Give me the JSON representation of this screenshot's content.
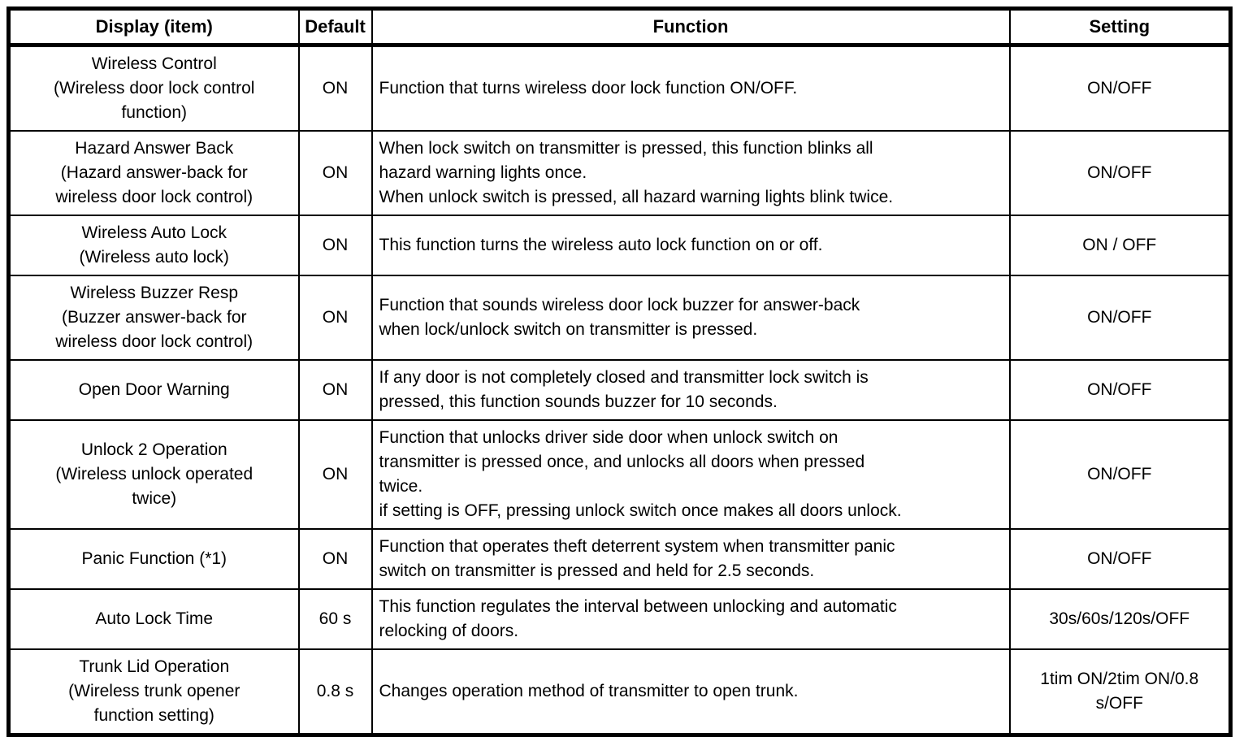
{
  "table": {
    "columns": [
      {
        "label": "Display (item)"
      },
      {
        "label": "Default"
      },
      {
        "label": "Function"
      },
      {
        "label": "Setting"
      }
    ],
    "rows": [
      {
        "display": "Wireless Control\n(Wireless door lock control\nfunction)",
        "default": "ON",
        "function": "Function that turns wireless door lock function ON/OFF.",
        "setting": "ON/OFF"
      },
      {
        "display": "Hazard Answer Back\n(Hazard answer-back for\nwireless door lock control)",
        "default": "ON",
        "function": "When lock switch on transmitter is pressed, this function blinks all\nhazard warning lights once.\nWhen unlock switch is pressed, all hazard warning lights blink twice.",
        "setting": "ON/OFF"
      },
      {
        "display": "Wireless Auto Lock\n(Wireless auto lock)",
        "default": "ON",
        "function": "This function turns the wireless auto lock function on or off.",
        "setting": "ON / OFF"
      },
      {
        "display": "Wireless Buzzer Resp\n(Buzzer answer-back for\nwireless door lock control)",
        "default": "ON",
        "function": "Function that sounds wireless door lock buzzer for answer-back\nwhen lock/unlock switch on transmitter is pressed.",
        "setting": "ON/OFF"
      },
      {
        "display": "Open Door Warning",
        "default": "ON",
        "function": "If any door is not completely closed and transmitter lock switch is\npressed, this function sounds buzzer for 10 seconds.",
        "setting": "ON/OFF"
      },
      {
        "display": "Unlock 2 Operation\n(Wireless unlock operated\ntwice)",
        "default": "ON",
        "function": "Function that unlocks driver side door when unlock switch on\ntransmitter is pressed once, and unlocks all doors when pressed\ntwice.\nif setting is OFF, pressing unlock switch once makes all doors unlock.",
        "setting": "ON/OFF"
      },
      {
        "display": "Panic Function (*1)",
        "default": "ON",
        "function": "Function that operates theft deterrent system when transmitter panic\nswitch on transmitter is pressed and held for 2.5 seconds.",
        "setting": "ON/OFF"
      },
      {
        "display": "Auto Lock Time",
        "default": "60 s",
        "function": "This function regulates the interval between unlocking and automatic\nrelocking of doors.",
        "setting": "30s/60s/120s/OFF"
      },
      {
        "display": "Trunk Lid Operation\n(Wireless trunk opener\nfunction setting)",
        "default": "0.8 s",
        "function": "Changes operation method of transmitter to open trunk.",
        "setting": "1tim ON/2tim ON/0.8\ns/OFF"
      }
    ]
  }
}
